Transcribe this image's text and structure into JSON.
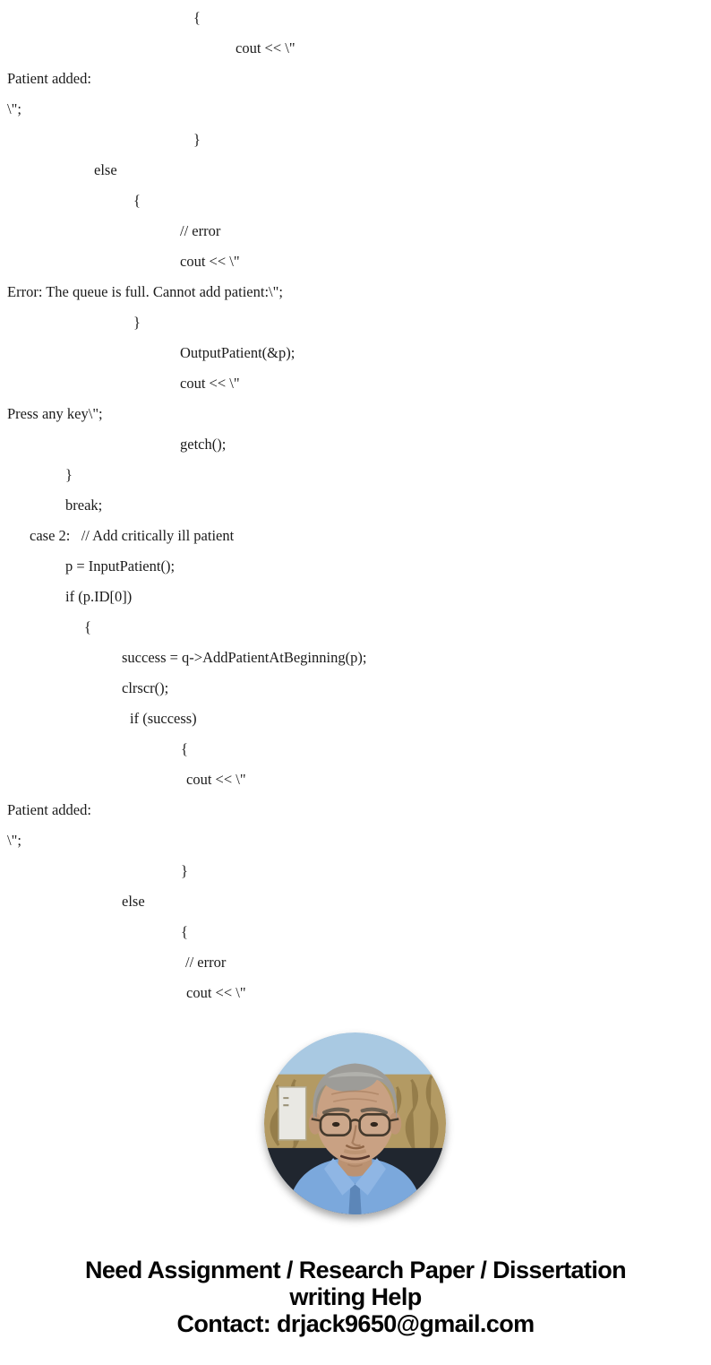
{
  "palette": {
    "page-bg": "#ffffff",
    "text": "#1b1b1b",
    "footer-text": "#050505",
    "avatar-sky": "#a9c9e2",
    "avatar-curtain": "#b39a63",
    "avatar-curtain-dark": "#7d6738",
    "avatar-panel": "#e9e8e3",
    "avatar-dark-bg": "#20262f",
    "avatar-shirt": "#7ba8dc",
    "avatar-collar": "#8fb6e4",
    "avatar-skin": "#c9a183",
    "avatar-hair": "#9d9c98"
  },
  "document": {
    "lines": [
      {
        "indent": 216,
        "text": "{"
      },
      {
        "indent": 263,
        "text": "cout << \\\""
      },
      {
        "indent": 8,
        "text": "Patient added:"
      },
      {
        "indent": 8,
        "text": "\\\";"
      },
      {
        "indent": 216,
        "text": "}"
      },
      {
        "indent": 105,
        "text": "else"
      },
      {
        "indent": 149,
        "text": "{"
      },
      {
        "indent": 201,
        "text": "// error"
      },
      {
        "indent": 201,
        "text": "cout << \\\""
      },
      {
        "indent": 8,
        "text": "Error: The queue is full. Cannot add patient:\\\";"
      },
      {
        "indent": 149,
        "text": "}"
      },
      {
        "indent": 201,
        "text": "OutputPatient(&p);"
      },
      {
        "indent": 201,
        "text": "cout << \\\""
      },
      {
        "indent": 8,
        "text": "Press any key\\\";"
      },
      {
        "indent": 201,
        "text": "getch();"
      },
      {
        "indent": 73,
        "text": "}"
      },
      {
        "indent": 73,
        "text": "break;"
      },
      {
        "indent": 33,
        "text": "case 2:   // Add critically ill patient"
      },
      {
        "indent": 73,
        "text": "p = InputPatient();"
      },
      {
        "indent": 73,
        "text": "if (p.ID[0])"
      },
      {
        "indent": 94,
        "text": "{"
      },
      {
        "indent": 136,
        "text": "success = q->AddPatientAtBeginning(p);"
      },
      {
        "indent": 136,
        "text": "clrscr();"
      },
      {
        "indent": 145,
        "text": "if (success)"
      },
      {
        "indent": 202,
        "text": "{"
      },
      {
        "indent": 208,
        "text": "cout << \\\""
      },
      {
        "indent": 8,
        "text": "Patient added:"
      },
      {
        "indent": 8,
        "text": "\\\";"
      },
      {
        "indent": 202,
        "text": "}"
      },
      {
        "indent": 136,
        "text": "else"
      },
      {
        "indent": 202,
        "text": "{"
      },
      {
        "indent": 207,
        "text": "// error"
      },
      {
        "indent": 208,
        "text": "cout << \\\""
      }
    ]
  },
  "avatar": {
    "description": "circular portrait of elderly man with gray hair and glasses wearing light blue shirt"
  },
  "footer": {
    "lines": [
      "Need Assignment / Research Paper / Dissertation",
      "writing Help",
      "Contact: drjack9650@gmail.com"
    ]
  }
}
